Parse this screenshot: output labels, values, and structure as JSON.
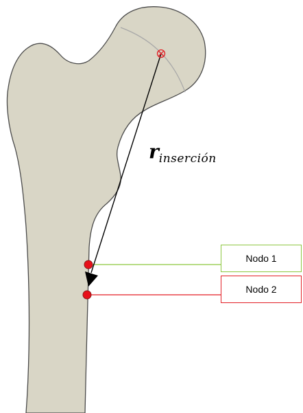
{
  "vector_label": {
    "symbol": "r",
    "subscript": "inserción"
  },
  "nodes": [
    {
      "label": "Nodo 1",
      "color": "#8CC63E"
    },
    {
      "label": "Nodo 2",
      "color": "#E31E24"
    }
  ],
  "colors": {
    "bone_fill": "#D9D6C6",
    "bone_stroke": "#4A4A4A",
    "arrow": "#000000",
    "insertion_point": "#E31E24",
    "marker_fill": "#E8101A"
  }
}
